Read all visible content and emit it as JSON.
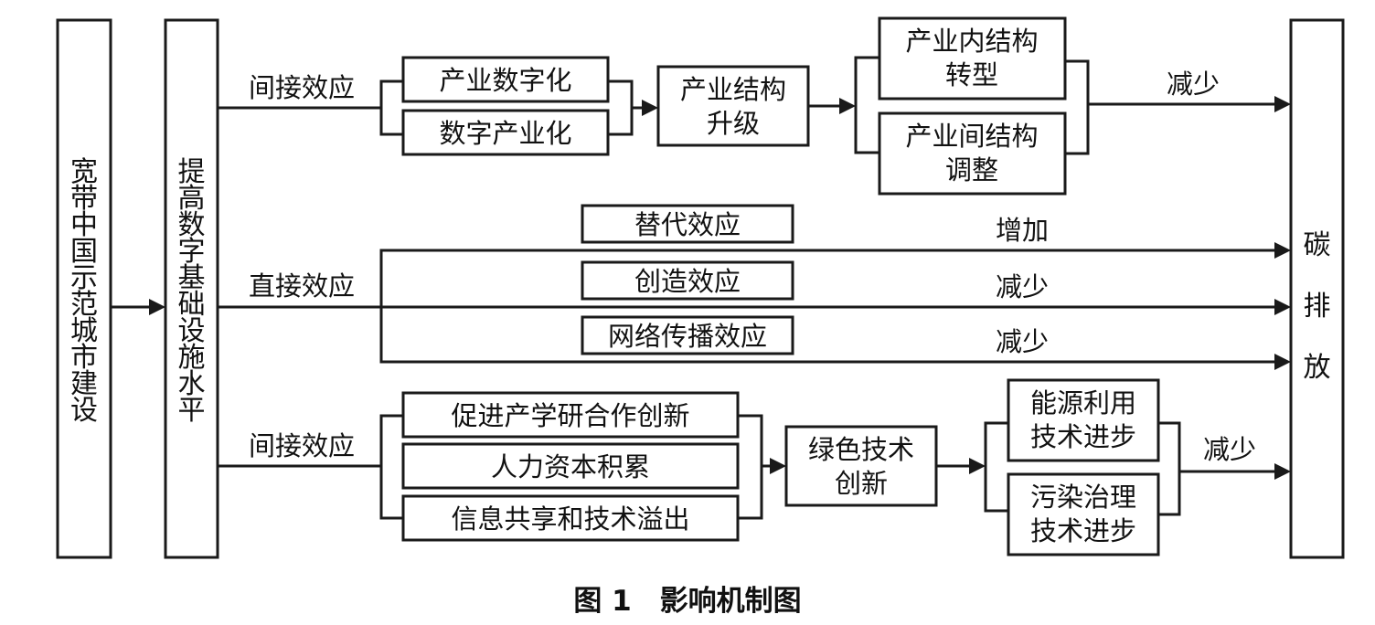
{
  "left_boxes": {
    "demo_city": "宽带中国示范城市建设",
    "digital_infra": "提高数字基础设施水平"
  },
  "target_box": "碳排放",
  "effects": {
    "indirect_top": "间接效应",
    "direct": "直接效应",
    "indirect_bottom": "间接效应"
  },
  "top_path": {
    "inputs": [
      "产业数字化",
      "数字产业化"
    ],
    "middle": [
      "产业结构",
      "升级"
    ],
    "outputs": [
      [
        "产业内结构",
        "转型"
      ],
      [
        "产业间结构",
        "调整"
      ]
    ],
    "result": "减少"
  },
  "direct_path": {
    "effects": [
      "替代效应",
      "创造效应",
      "网络传播效应"
    ],
    "results": [
      "增加",
      "减少",
      "减少"
    ]
  },
  "bottom_path": {
    "inputs": [
      "促进产学研合作创新",
      "人力资本积累",
      "信息共享和技术溢出"
    ],
    "middle": [
      "绿色技术",
      "创新"
    ],
    "outputs": [
      [
        "能源利用",
        "技术进步"
      ],
      [
        "污染治理",
        "技术进步"
      ]
    ],
    "result": "减少"
  },
  "caption": "图 1　影响机制图"
}
